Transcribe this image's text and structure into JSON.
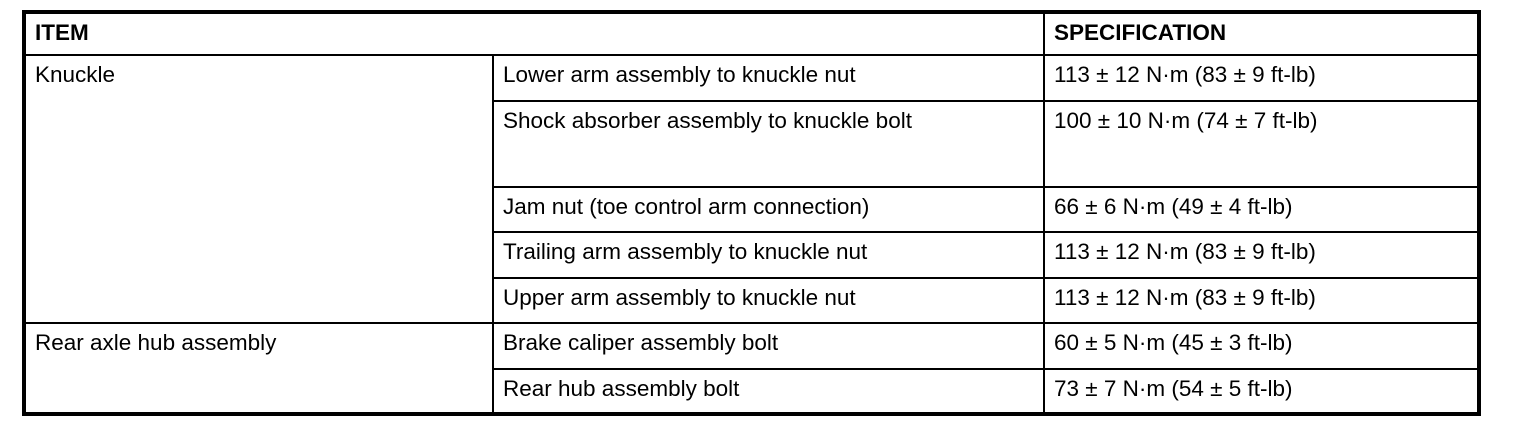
{
  "table": {
    "headers": {
      "item": "ITEM",
      "specification": "SPECIFICATION"
    },
    "sections": [
      {
        "item": "Knuckle",
        "rows": [
          {
            "component": "Lower arm assembly to knuckle nut",
            "spec": "113 ± 12 N·m (83 ± 9 ft-lb)"
          },
          {
            "component": "Shock absorber assembly to knuckle bolt",
            "spec": "100 ± 10 N·m (74 ± 7 ft-lb)"
          },
          {
            "component": "Jam nut (toe control arm connection)",
            "spec": "66 ± 6 N·m (49 ± 4 ft-lb)"
          },
          {
            "component": "Trailing arm assembly to knuckle nut",
            "spec": "113 ± 12 N·m (83 ± 9 ft-lb)"
          },
          {
            "component": "Upper arm assembly to knuckle nut",
            "spec": "113 ± 12 N·m (83 ± 9 ft-lb)"
          }
        ]
      },
      {
        "item": "Rear axle hub assembly",
        "rows": [
          {
            "component": "Brake caliper assembly bolt",
            "spec": "60 ± 5 N·m (45 ± 3 ft-lb)"
          },
          {
            "component": "Rear hub assembly bolt",
            "spec": "73 ± 7 N·m (54 ± 5 ft-lb)"
          }
        ]
      }
    ]
  }
}
